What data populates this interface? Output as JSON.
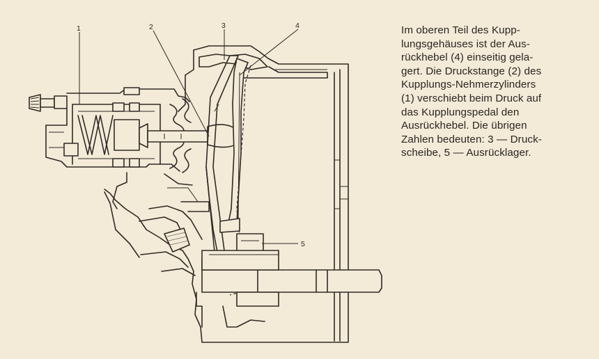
{
  "caption": {
    "lines": [
      "Im oberen Teil des Kupp-",
      "lungsgehäuses ist der Aus-",
      "rückhebel (4) einseitig gela-",
      "gert. Die Druckstange (2) des",
      "Kupplungs-Nehmerzylinders",
      "(1) verschiebt beim Druck auf",
      "das Kupplungspedal den",
      "Ausrückhebel. Die übrigen",
      "Zahlen bedeuten: 3 — Druck-",
      "scheibe, 5 — Ausrücklager."
    ]
  },
  "callouts": {
    "c1": "1",
    "c2": "2",
    "c3": "3",
    "c4": "4",
    "c5": "5"
  }
}
